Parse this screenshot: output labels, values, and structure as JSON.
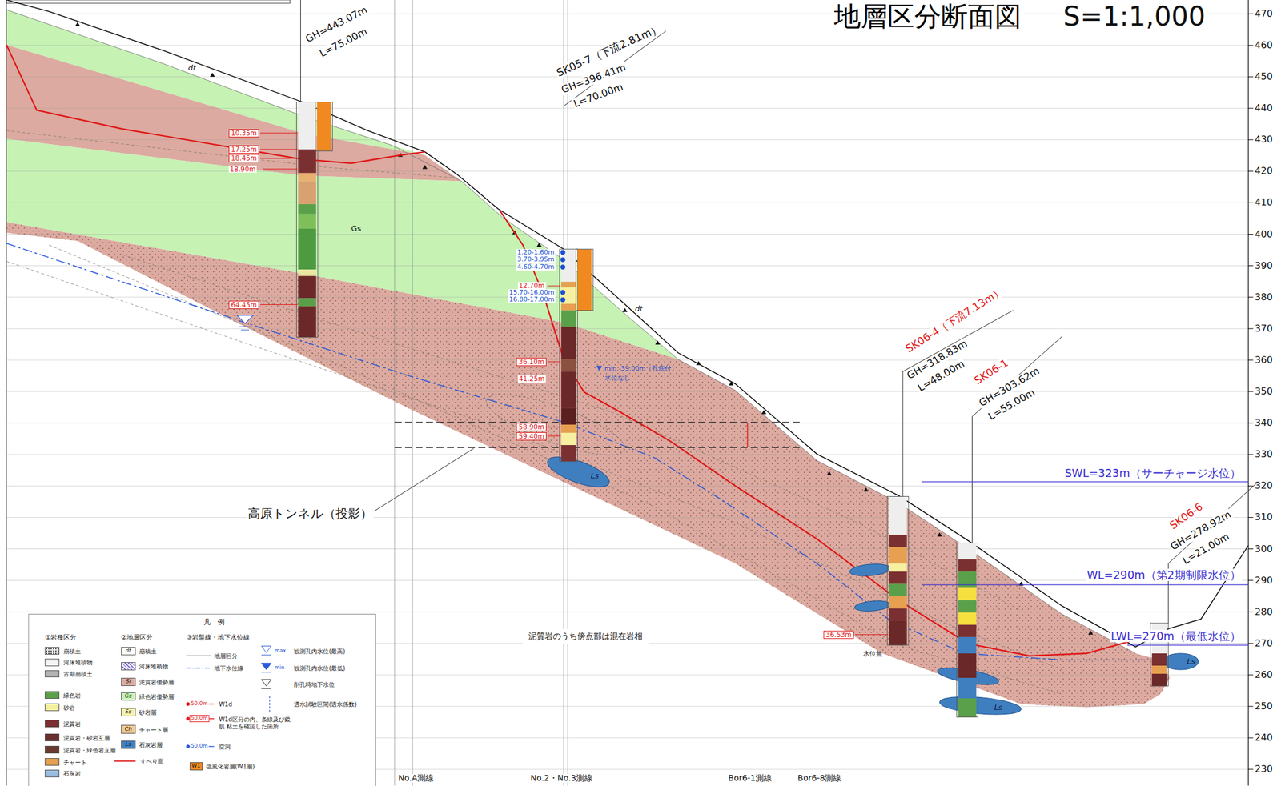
{
  "diagram": {
    "title": "地層区分断面図",
    "nodes": [
      {
        "text": [
          "10.35m"
        ]
      },
      {
        "text": [
          "17.25m"
        ]
      },
      {
        "text": [
          "18.45m"
        ]
      },
      {
        "text": [
          "64.45m"
        ]
      },
      {
        "text": [
          "36.10m"
        ]
      },
      {
        "text": [
          "58.90m"
        ]
      },
      {
        "text": [
          "59.40m"
        ]
      },
      {
        "text": [
          "36.53m"
        ]
      },
      {
        "text": [
          "泥質岩のうち傍点部は混在岩相"
        ]
      }
    ],
    "labels": [
      "S=1:1,000",
      "470",
      "460",
      "450",
      "440",
      "430",
      "420",
      "410",
      "400",
      "390",
      "380",
      "370",
      "360",
      "350",
      "340",
      "330",
      "320",
      "310",
      "300",
      "290",
      "280",
      "270",
      "260",
      "250",
      "240",
      "230",
      "GH=443.07m",
      "L=75.00m",
      "SK05-7（下流2.81m）",
      "GH=396.41m",
      "L=70.00m",
      "SK06-4（下流7.13m）",
      "GH=318.83m",
      "L=48.00m",
      "SK06-1",
      "GH=303.62m",
      "L=55.00m",
      "SK06-6",
      "GH=278.92m",
      "L=21.00m",
      "18.90m",
      "12.70m",
      "41.25m",
      "1.20-1.60m",
      "3.70-3.95m",
      "4.60-4.70m",
      "15.70-16.00m",
      "16.80-17.00m",
      "min.-39.00m（孔底付）",
      "水位なし",
      "水位無",
      "dt",
      "dt",
      "Gs",
      "Ls",
      "Ls",
      "Ls",
      "高原トンネル（投影）",
      "SWL=323m（サーチャージ水位）",
      "WL=290m（第2期制限水位）",
      "LWL=270m（最低水位）",
      "No.A測線",
      "No.2・No.3測線",
      "Bor6-1測線",
      "Bor6-8測線",
      "凡　例",
      "①岩種区分",
      "②地層区分",
      "③岩盤線・地下水位線",
      "dt",
      "Sl",
      "Gs",
      "Ss",
      "Ch",
      "Ls",
      "W1",
      "50.0m",
      "50.0m",
      "50.0m",
      "max",
      "min"
    ],
    "legend": [
      {
        "text": "崩積土",
        "color": "#e6e6e6"
      },
      {
        "text": "河床堆積物",
        "color": "#f4f4f4"
      },
      {
        "text": "古期崩積土",
        "color": "#b4b4b4"
      },
      {
        "text": "緑色岩",
        "color": "#5aa04a"
      },
      {
        "text": "砂岩",
        "color": "#f6f0a0"
      },
      {
        "text": "泥質岩",
        "color": "#7a3030"
      },
      {
        "text": "泥質岩・砂岩互層",
        "color": "#6b2e2e"
      },
      {
        "text": "泥質岩・緑色岩互層",
        "color": "#6a3a2e"
      },
      {
        "text": "チャート",
        "color": "#e6a050"
      },
      {
        "text": "石灰岩",
        "color": "#9bbde0"
      },
      {
        "text": "崩積土",
        "color": "#ffffff"
      },
      {
        "text": "河床堆積物",
        "color": "#e8e6f4"
      },
      {
        "text": "泥質岩優勢層",
        "color": "#dcaaa0"
      },
      {
        "text": "緑色岩優勢層",
        "color": "#c6f2b4"
      },
      {
        "text": "砂岩層",
        "color": "#f6f0b0"
      },
      {
        "text": "チャート層",
        "color": "#f2c890"
      },
      {
        "text": "石灰岩層",
        "color": "#3f7fc0"
      },
      {
        "text": "地層区分"
      },
      {
        "text": "地下水位線"
      },
      {
        "text": "W1d"
      },
      {
        "text": "W1d区分の内、条線及び鏡肌 粘土を確認した箇所"
      },
      {
        "text": "空洞"
      },
      {
        "text": "すべり面"
      },
      {
        "text": "強風化岩層(W1層)",
        "color": "#f08a20"
      },
      {
        "text": "観測孔内水位(最高)"
      },
      {
        "text": "観測孔内水位(最低)"
      },
      {
        "text": "削孔時地下水位"
      },
      {
        "text": "透水試験区間(透水係数)"
      }
    ]
  }
}
